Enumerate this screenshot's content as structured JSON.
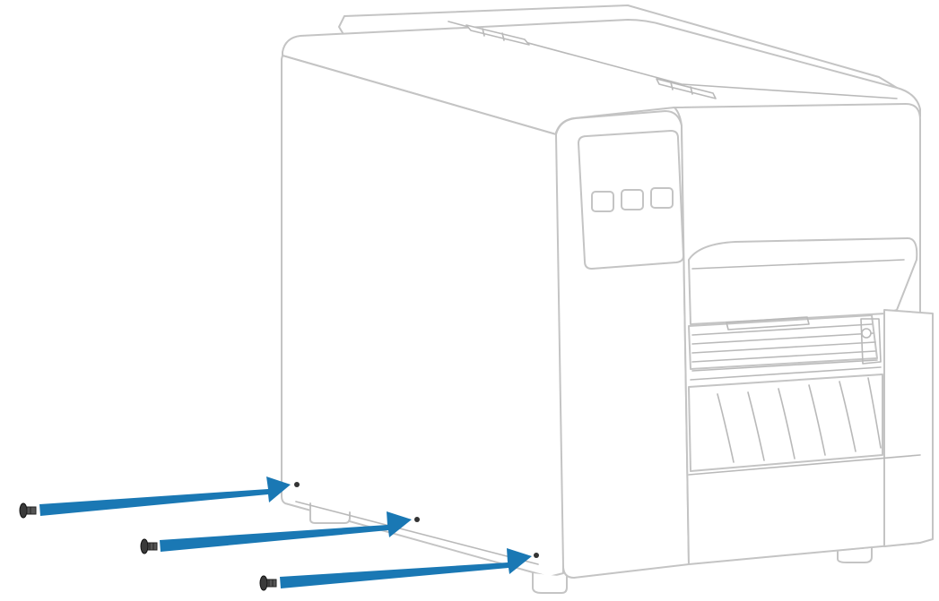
{
  "figure": {
    "subject": "printer-side-panel-screw-installation",
    "colors": {
      "arrow": "#1a78b4",
      "outline": "#c4c4c4",
      "screw": "#333333",
      "background": "#ffffff"
    },
    "screws": [
      {
        "id": "screw-top-left"
      },
      {
        "id": "screw-middle"
      },
      {
        "id": "screw-bottom"
      }
    ],
    "control_panel": {
      "button_count": 3
    }
  }
}
